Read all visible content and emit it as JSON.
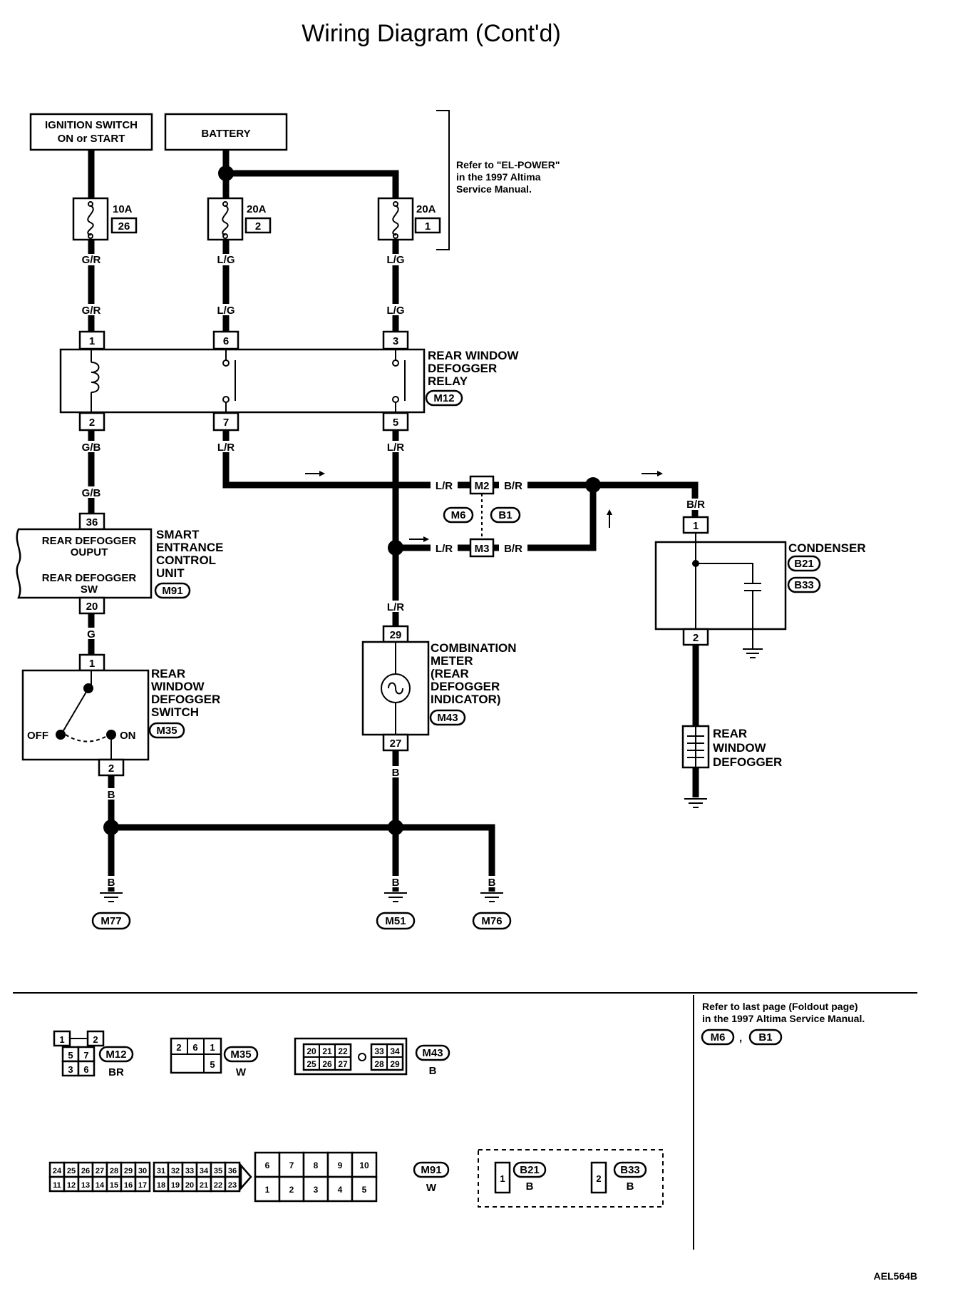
{
  "title": "Wiring Diagram (Cont'd)",
  "figure_id": "AEL564B",
  "power": {
    "ignition": [
      "IGNITION SWITCH",
      "ON or START"
    ],
    "battery": "BATTERY",
    "refer_note": [
      "Refer to \"EL-POWER\"",
      "in the 1997 Altima",
      "Service Manual."
    ]
  },
  "fuses": [
    {
      "rating": "10A",
      "number": "26"
    },
    {
      "rating": "20A",
      "number": "2"
    },
    {
      "rating": "20A",
      "number": "1"
    }
  ],
  "wire_colors": {
    "gr": "G/R",
    "lg": "L/G",
    "gb": "G/B",
    "lr": "L/R",
    "br": "B/R",
    "g": "G",
    "b": "B"
  },
  "relay": {
    "name": [
      "REAR WINDOW",
      "DEFOGGER",
      "RELAY"
    ],
    "connector": "M12",
    "pins_top": [
      "1",
      "6",
      "3"
    ],
    "pins_bottom": [
      "2",
      "7",
      "5"
    ]
  },
  "connectors_mid": {
    "m2": "M2",
    "m3": "M3",
    "m6": "M6",
    "b1": "B1"
  },
  "smart_unit": {
    "pin_top": "36",
    "pin_bottom": "20",
    "inner": [
      "REAR DEFOGGER",
      "OUPUT",
      "REAR DEFOGGER",
      "SW"
    ],
    "name": [
      "SMART",
      "ENTRANCE",
      "CONTROL",
      "UNIT"
    ],
    "connector": "M91"
  },
  "switch": {
    "name": [
      "REAR",
      "WINDOW",
      "DEFOGGER",
      "SWITCH"
    ],
    "connector": "M35",
    "off": "OFF",
    "on": "ON",
    "pin_top": "1",
    "pin_bottom": "2"
  },
  "meter": {
    "name": [
      "COMBINATION",
      "METER",
      "(REAR",
      "DEFOGGER",
      "INDICATOR)"
    ],
    "connector": "M43",
    "pin_top": "29",
    "pin_bottom": "27"
  },
  "condenser": {
    "name": "CONDENSER",
    "connectors": [
      "B21",
      "B33"
    ],
    "pin_top": "1",
    "pin_bottom": "2"
  },
  "defogger": {
    "name": [
      "REAR",
      "WINDOW",
      "DEFOGGER"
    ]
  },
  "grounds": [
    "M77",
    "M51",
    "M76"
  ],
  "bottom": {
    "refer_note": [
      "Refer to last page (Foldout page)",
      "in the 1997 Altima Service Manual."
    ],
    "refer_connectors": [
      "M6",
      "B1"
    ],
    "sep": ",",
    "m12": {
      "id": "M12",
      "color": "BR",
      "pins": [
        "1",
        "2",
        "5",
        "7",
        "3",
        "6"
      ]
    },
    "m35": {
      "id": "M35",
      "color": "W",
      "pins": [
        "2",
        "6",
        "1",
        "5"
      ]
    },
    "m43": {
      "id": "M43",
      "color": "B",
      "pins_top": [
        "20",
        "21",
        "22",
        "33",
        "34"
      ],
      "pins_bottom": [
        "25",
        "26",
        "27",
        "28",
        "29"
      ]
    },
    "m91": {
      "id": "M91",
      "color": "W",
      "row1": [
        "24",
        "25",
        "26",
        "27",
        "28",
        "29",
        "30",
        "31",
        "32",
        "33",
        "34",
        "35",
        "36"
      ],
      "row2": [
        "11",
        "12",
        "13",
        "14",
        "15",
        "16",
        "17",
        "18",
        "19",
        "20",
        "21",
        "22",
        "23"
      ],
      "right_top": [
        "6",
        "7",
        "8",
        "9",
        "10"
      ],
      "right_bottom": [
        "1",
        "2",
        "3",
        "4",
        "5"
      ]
    },
    "b21": {
      "id": "B21",
      "color": "B",
      "pin": "1"
    },
    "b33": {
      "id": "B33",
      "color": "B",
      "pin": "2"
    }
  }
}
